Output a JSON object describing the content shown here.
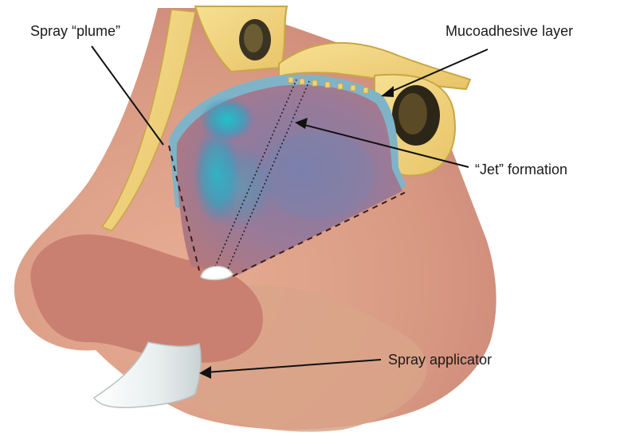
{
  "labels": {
    "plume": "Spray “plume”",
    "mucoadhesive": "Mucoadhesive layer",
    "jet": "“Jet” formation",
    "applicator": "Spray applicator"
  },
  "colors": {
    "skin_light": "#e9b693",
    "skin_mid": "#d4927c",
    "skin_dark": "#bd7266",
    "bone": "#f1d37c",
    "bone_outline": "#c9a646",
    "mucosa": "#7fb4c8",
    "cavity": "#8f6f9a",
    "drug_spray": "#28b8c4",
    "applicator": "#eef2f2",
    "leader_line": "#111111"
  }
}
